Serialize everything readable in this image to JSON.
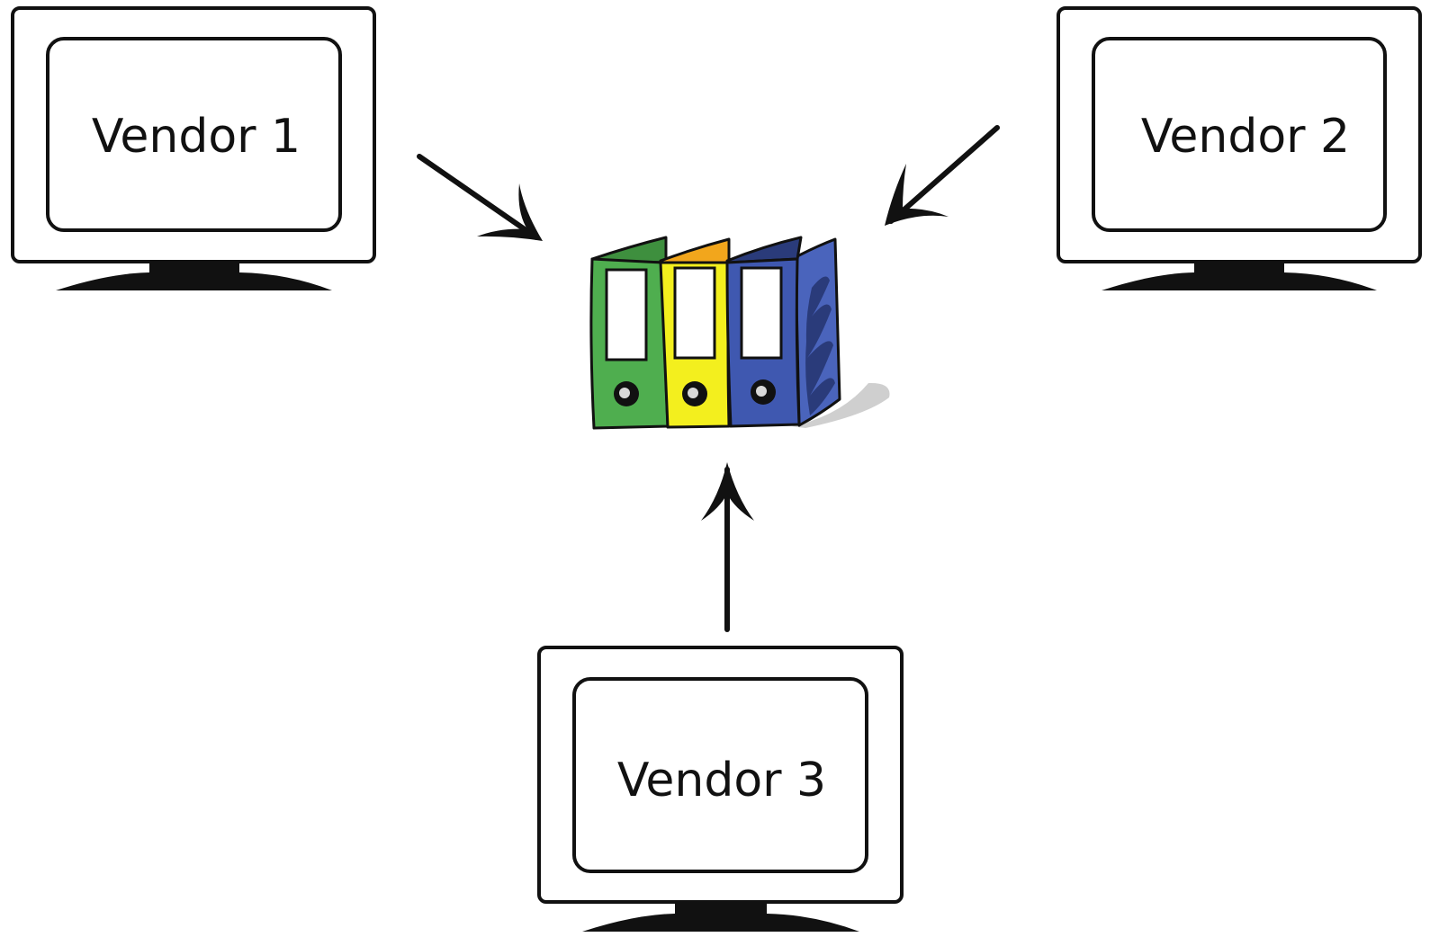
{
  "diagram": {
    "vendors": [
      {
        "id": "vendor-1",
        "label": "Vendor 1"
      },
      {
        "id": "vendor-2",
        "label": "Vendor 2"
      },
      {
        "id": "vendor-3",
        "label": "Vendor 3"
      }
    ],
    "center": {
      "icon": "binders-icon"
    },
    "arrows": [
      {
        "from": "vendor-1",
        "to": "binders"
      },
      {
        "from": "vendor-2",
        "to": "binders"
      },
      {
        "from": "vendor-3",
        "to": "binders"
      }
    ]
  },
  "colors": {
    "outline": "#111111",
    "background": "#ffffff",
    "binder_green": "#4fae4f",
    "binder_green_top": "#3e8f3e",
    "binder_yellow": "#f3ef1e",
    "binder_yellow_top": "#f2a61c",
    "binder_blue": "#3f58b0",
    "binder_blue_top": "#2a3b7a",
    "binder_blue_side": "#4a64bc",
    "binder_shadow": "#cfcfcf"
  }
}
